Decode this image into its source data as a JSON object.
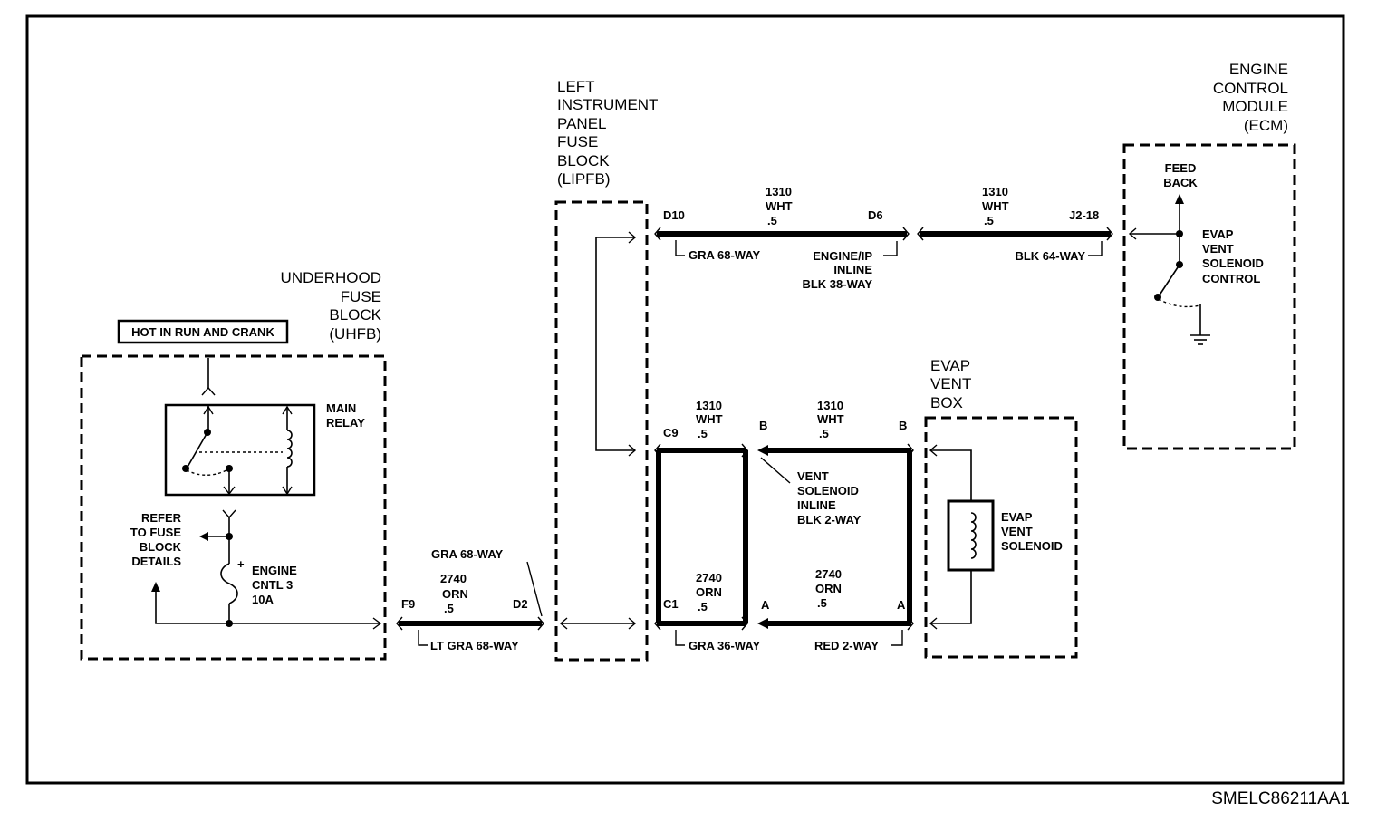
{
  "modules": {
    "uhfb": [
      "UNDERHOOD",
      "FUSE",
      "BLOCK",
      "(UHFB)"
    ],
    "lipfb": [
      "LEFT",
      "INSTRUMENT",
      "PANEL",
      "FUSE",
      "BLOCK",
      "(LIPFB)"
    ],
    "ecm": [
      "ENGINE",
      "CONTROL",
      "MODULE",
      "(ECM)"
    ],
    "evap_box": [
      "EVAP",
      "VENT",
      "BOX"
    ]
  },
  "hot_label": "HOT IN RUN AND CRANK",
  "main_relay": [
    "MAIN",
    "RELAY"
  ],
  "refer": [
    "REFER",
    "TO FUSE",
    "BLOCK",
    "DETAILS"
  ],
  "fuse": {
    "plus": "+",
    "lines": [
      "ENGINE",
      "CNTL 3",
      "10A"
    ]
  },
  "ecm_labels": {
    "feedback": [
      "FEED",
      "BACK"
    ],
    "control": [
      "EVAP",
      "VENT",
      "SOLENOID",
      "CONTROL"
    ]
  },
  "evap_solenoid": [
    "EVAP",
    "VENT",
    "SOLENOID"
  ],
  "pins": {
    "f9": "F9",
    "d2": "D2",
    "d10": "D10",
    "d6": "D6",
    "j2_18": "J2-18",
    "c9": "C9",
    "c1": "C1",
    "b_left": "B",
    "b_right": "B",
    "a_left": "A",
    "a_right": "A"
  },
  "wires": {
    "w1310_a": [
      "1310",
      "WHT",
      ".5"
    ],
    "w1310_b": [
      "1310",
      "WHT",
      ".5"
    ],
    "w1310_c": [
      "1310",
      "WHT",
      ".5"
    ],
    "w1310_d": [
      "1310",
      "WHT",
      ".5"
    ],
    "w2740_a": [
      "2740",
      "ORN",
      ".5"
    ],
    "w2740_b": [
      "2740",
      "ORN",
      ".5"
    ],
    "w2740_c": [
      "2740",
      "ORN",
      ".5"
    ]
  },
  "connectors": {
    "gra68_top": "GRA 68-WAY",
    "gra68_left": "GRA 68-WAY",
    "lt_gra68": "LT GRA 68-WAY",
    "engine_ip": [
      "ENGINE/IP",
      "INLINE",
      "BLK 38-WAY"
    ],
    "blk64": "BLK 64-WAY",
    "vent_inline": [
      "VENT",
      "SOLENOID",
      "INLINE",
      "BLK 2-WAY"
    ],
    "gra36": "GRA 36-WAY",
    "red2": "RED 2-WAY"
  },
  "figure_code": "SMELC86211AA1"
}
